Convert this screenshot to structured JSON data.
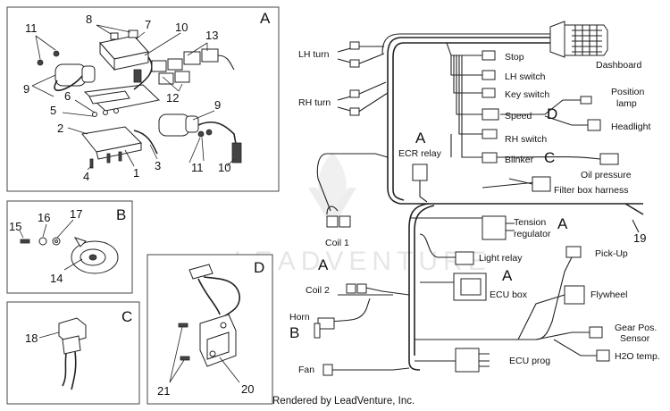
{
  "panels": {
    "a": {
      "letter": "A"
    },
    "b": {
      "letter": "B"
    },
    "c": {
      "letter": "C"
    },
    "d": {
      "letter": "D"
    }
  },
  "callouts": {
    "a": [
      "11",
      "8",
      "7",
      "10",
      "13",
      "6",
      "5",
      "2",
      "9",
      "12",
      "4",
      "1",
      "3",
      "9",
      "11",
      "10"
    ],
    "b": [
      "16",
      "17",
      "15",
      "14"
    ],
    "c": [
      "18"
    ],
    "d": [
      "21",
      "20"
    ]
  },
  "harness_labels": {
    "lh_turn": "LH turn",
    "rh_turn": "RH turn",
    "stop": "Stop",
    "lh_switch": "LH switch",
    "key_switch": "Key switch",
    "speed": "Speed",
    "rh_switch": "RH switch",
    "blinker": "Blinker",
    "dashboard": "Dashboard",
    "position_lamp_1": "Position",
    "position_lamp_2": "lamp",
    "headlight": "Headlight",
    "oil_pressure": "Oil pressure",
    "filter_box_harness": "Filter box harness",
    "ecr_relay": "ECR relay",
    "coil_1": "Coil 1",
    "tension_regulator_1": "Tension",
    "tension_regulator_2": "regulator",
    "light_relay": "Light relay",
    "pick_up": "Pick-Up",
    "coil_2": "Coil 2",
    "horn": "Horn",
    "ecu_box": "ECU box",
    "flywheel": "Flywheel",
    "gear_pos_sensor_1": "Gear Pos.",
    "gear_pos_sensor_2": "Sensor",
    "h2o_temp": "H2O temp.",
    "fan": "Fan",
    "ecu_prog": "ECU prog",
    "harness_number": "19"
  },
  "harness_refs": {
    "ecr": "A",
    "tension": "A",
    "coil": "A",
    "ecu": "A",
    "horn": "B",
    "blinker": "C",
    "speed": "D"
  },
  "watermark": "LEADVENTURE",
  "footer": "Rendered by LeadVenture, Inc."
}
